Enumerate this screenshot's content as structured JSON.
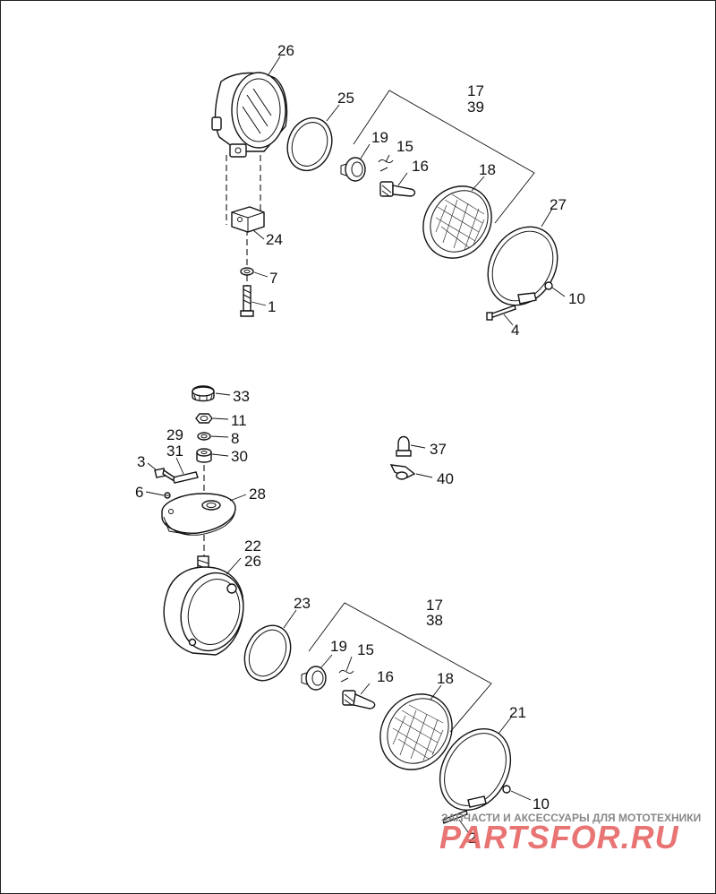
{
  "labels": {
    "l26a": "26",
    "l25": "25",
    "l17a": "17",
    "l39": "39",
    "l19a": "19",
    "l15a": "15",
    "l16a": "16",
    "l18a": "18",
    "l27": "27",
    "l10a": "10",
    "l4": "4",
    "l24": "24",
    "l7": "7",
    "l1": "1",
    "l33": "33",
    "l11": "11",
    "l8": "8",
    "l29": "29",
    "l31": "31",
    "l30": "30",
    "l3": "3",
    "l6": "6",
    "l28": "28",
    "l37": "37",
    "l40": "40",
    "l22": "22",
    "l26b": "26",
    "l23": "23",
    "l17b": "17",
    "l38": "38",
    "l19b": "19",
    "l15b": "15",
    "l16b": "16",
    "l18b": "18",
    "l21": "21",
    "l10b": "10",
    "l2": "2"
  },
  "watermark": {
    "caption": "ЗАПЧАСТИ И АКСЕССУАРЫ ДЛЯ МОТОТЕХНИКИ",
    "logo": "PARTSFOR.RU",
    "logo_color": "#e45c5c"
  }
}
